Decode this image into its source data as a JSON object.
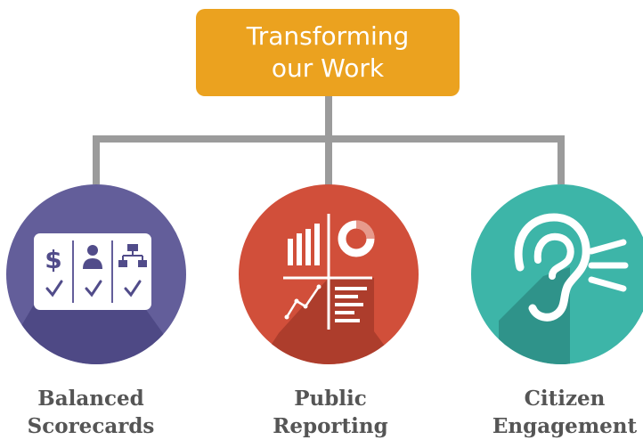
{
  "top": {
    "line1": "Transforming",
    "line2": "our Work",
    "color": "#EBA21F"
  },
  "connector_color": "#9B9B9B",
  "items": [
    {
      "id": "balanced-scorecards",
      "line1": "Balanced",
      "line2": "Scorecards",
      "color": "#635E9A",
      "icon": "scorecard-icon"
    },
    {
      "id": "public-reporting",
      "line1": "Public",
      "line2": "Reporting",
      "color": "#D14F3A",
      "icon": "report-charts-icon"
    },
    {
      "id": "citizen-engagement",
      "line1": "Citizen",
      "line2": "Engagement",
      "color": "#3DB5A8",
      "icon": "ear-icon"
    }
  ]
}
